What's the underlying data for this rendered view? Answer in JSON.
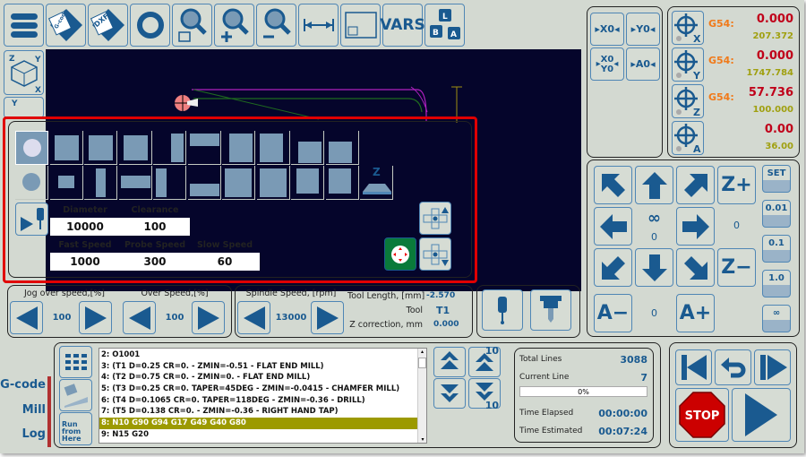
{
  "toolbar": {
    "items": [
      {
        "name": "menu-button",
        "icon": "hamburger-icon"
      },
      {
        "name": "load-gcode-button",
        "icon": "gcode-file-icon",
        "label": "G-code"
      },
      {
        "name": "load-dxf-button",
        "icon": "dxf-file-icon",
        "label": "DXF"
      },
      {
        "name": "refresh-button",
        "icon": "refresh-icon"
      },
      {
        "name": "zoom-window-button",
        "icon": "zoom-window-icon"
      },
      {
        "name": "zoom-in-button",
        "icon": "zoom-in-icon"
      },
      {
        "name": "zoom-out-button",
        "icon": "zoom-out-icon"
      },
      {
        "name": "dimension-button",
        "icon": "dimension-icon"
      },
      {
        "name": "view-window-button",
        "icon": "window-icon"
      },
      {
        "name": "vars-button",
        "label": "VARS"
      },
      {
        "name": "keys-button",
        "icon": "keyboard-keys-icon",
        "keys": [
          "L",
          "B",
          "A"
        ]
      }
    ]
  },
  "view": {
    "iso_axes": [
      "Z",
      "Y",
      "X"
    ],
    "top_axis": "Y"
  },
  "zero": {
    "x0": "X0",
    "y0": "Y0",
    "xy0": [
      "X0",
      "Y0"
    ],
    "a0": "A0"
  },
  "dro": [
    {
      "axis": "X",
      "wcs": "G54:",
      "value": "0.000",
      "machine": "207.372"
    },
    {
      "axis": "Y",
      "wcs": "G54:",
      "value": "0.000",
      "machine": "1747.784"
    },
    {
      "axis": "Z",
      "wcs": "G54:",
      "value": "57.736",
      "machine": "100.000"
    },
    {
      "axis": "A",
      "wcs": "",
      "value": "0.00",
      "machine": "36.00"
    }
  ],
  "jog": {
    "z_plus": "Z+",
    "z_minus": "Z−",
    "a_minus": "A−",
    "a_plus": "A+",
    "xy_step": "∞",
    "xy_value": "0",
    "z_value": "0",
    "a_value": "0",
    "steps": [
      "SET",
      "0.01",
      "0.1",
      "1.0",
      "∞"
    ]
  },
  "probe": {
    "diameter_label": "Diameter",
    "diameter": "10000",
    "clearance_label": "Clearance",
    "clearance": "100",
    "fast_label": "Fast Speed",
    "fast": "1000",
    "probe_speed_label": "Probe Speed",
    "probe_speed": "300",
    "slow_label": "Slow Speed",
    "slow": "60",
    "z_label": "Z"
  },
  "speeds": {
    "jog_label": "Jog over speed,[%]",
    "jog": "100",
    "feed_label": "Over Speed,[%]",
    "feed": "100",
    "spindle_label": "Spindle Speed, [rpm]",
    "spindle": "13000"
  },
  "tool": {
    "length_label": "Tool Length, [mm]",
    "length": "-2.570",
    "tool_label": "Tool",
    "tool": "T1",
    "zcorr_label": "Z correction, mm",
    "zcorr": "0.000"
  },
  "side_tabs": [
    "G-code",
    "Mill",
    "Log"
  ],
  "gcode": {
    "run_from_here": "Run from Here",
    "lines": [
      "2: O1001",
      "3: (T1 D=0.25 CR=0. - ZMIN=-0.51 - FLAT END MILL)",
      "4: (T2 D=0.75 CR=0. - ZMIN=0. - FLAT END MILL)",
      "5: (T3 D=0.25 CR=0. TAPER=45DEG - ZMIN=-0.0415 - CHAMFER MILL)",
      "6: (T4 D=0.1065 CR=0. TAPER=118DEG - ZMIN=-0.36 - DRILL)",
      "7: (T5 D=0.138 CR=0. - ZMIN=-0.36 - RIGHT HAND TAP)",
      "8: N10 G90 G94 G17 G49 G40 G80",
      "9: N15 G20"
    ],
    "selected": 6,
    "step_label": "10"
  },
  "status": {
    "total_label": "Total Lines",
    "total": "3088",
    "current_label": "Current Line",
    "current": "7",
    "progress_text": "0%",
    "progress": 0,
    "elapsed_label": "Time Elapsed",
    "elapsed": "00:00:00",
    "estimated_label": "Time Estimated",
    "estimated": "00:07:24"
  },
  "run": {
    "stop": "STOP"
  }
}
